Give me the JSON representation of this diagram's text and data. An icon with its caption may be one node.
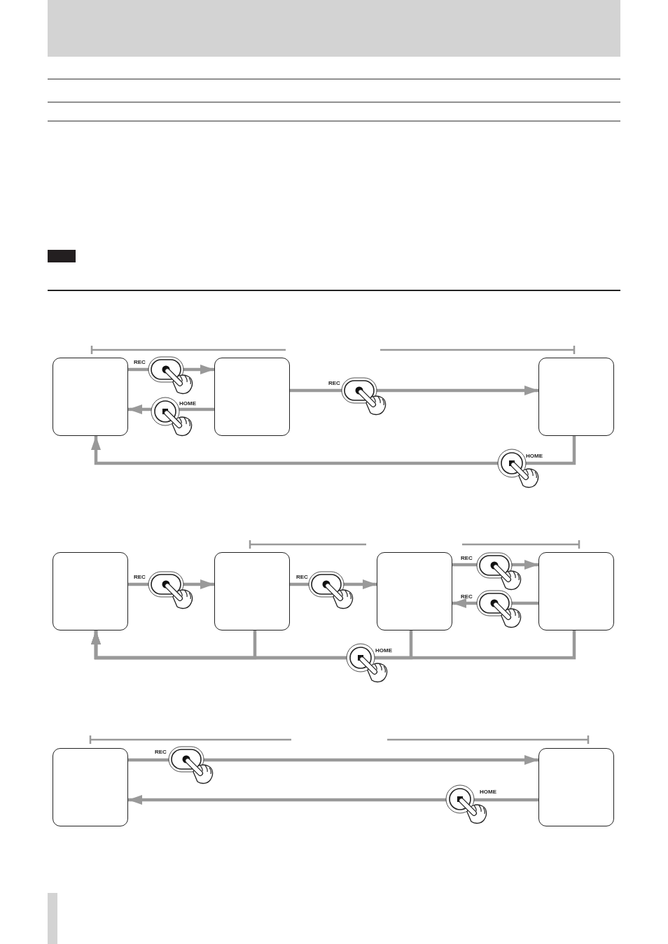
{
  "diagram": {
    "nodes": [
      {
        "text": [],
        "shape": "box"
      },
      {
        "text": [],
        "shape": "box"
      },
      {
        "text": [],
        "shape": "box"
      },
      {
        "text": [],
        "shape": "box"
      },
      {
        "text": [],
        "shape": "box"
      },
      {
        "text": [],
        "shape": "box"
      },
      {
        "text": [],
        "shape": "box"
      },
      {
        "text": [],
        "shape": "box"
      },
      {
        "text": [],
        "shape": "box"
      }
    ],
    "edges": [
      {
        "from": 0,
        "to": 1,
        "arrow": "to",
        "label": "REC"
      },
      {
        "from": 1,
        "to": 0,
        "arrow": "to",
        "label": "HOME"
      },
      {
        "from": 1,
        "to": 2,
        "arrow": "to",
        "label": "REC"
      },
      {
        "from": 2,
        "to": 0,
        "arrow": "to",
        "label": "HOME"
      },
      {
        "from": 3,
        "to": 4,
        "arrow": "to",
        "label": "REC"
      },
      {
        "from": 4,
        "to": 5,
        "arrow": "to",
        "label": "REC"
      },
      {
        "from": 5,
        "to": 6,
        "arrow": "to",
        "label": "REC"
      },
      {
        "from": 6,
        "to": 5,
        "arrow": "to",
        "label": "REC"
      },
      {
        "from": 4,
        "to": 3,
        "arrow": "to"
      },
      {
        "from": 5,
        "to": 3,
        "arrow": "to"
      },
      {
        "from": 6,
        "to": 3,
        "arrow": "to",
        "label": "HOME"
      },
      {
        "from": 7,
        "to": 8,
        "arrow": "to",
        "label": "REC"
      },
      {
        "from": 8,
        "to": 7,
        "arrow": "to",
        "label": "HOME"
      }
    ]
  }
}
